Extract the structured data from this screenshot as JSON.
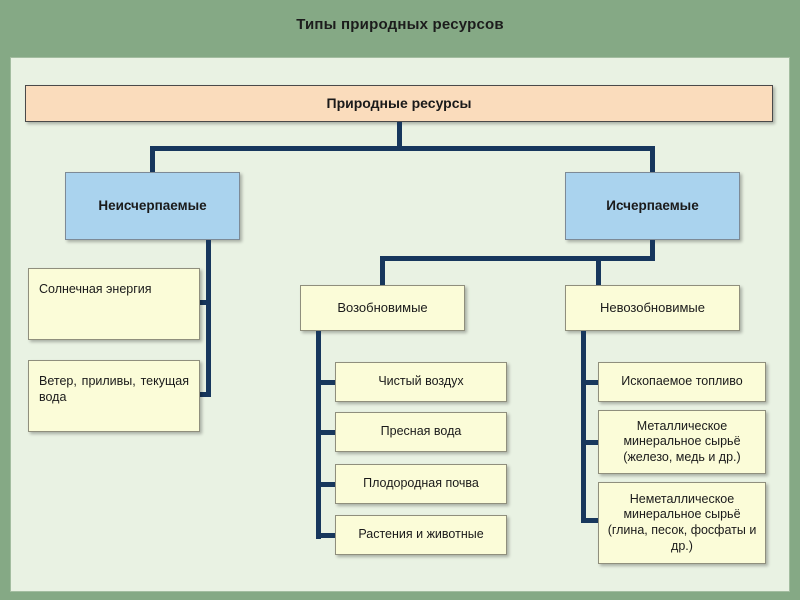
{
  "title": "Типы природных ресурсов",
  "root": {
    "label": "Природные ресурсы"
  },
  "branches": {
    "inexhaustible": {
      "label": "Неисчерпаемые",
      "children": [
        {
          "label": "Солнечная энергия"
        },
        {
          "label": "Ветер, приливы, текущая вода"
        }
      ]
    },
    "exhaustible": {
      "label": "Исчерпаемые",
      "subgroups": {
        "renewable": {
          "label": "Возобновимые",
          "items": [
            "Чистый воздух",
            "Пресная вода",
            "Плодородная почва",
            "Растения и животные"
          ]
        },
        "nonrenewable": {
          "label": "Невозобновимые",
          "items": [
            "Ископаемое топливо",
            "Металлическое минеральное сырьё (железо, медь и др.)",
            "Неметаллическое минеральное сырьё (глина, песок, фосфаты и др.)"
          ]
        }
      }
    }
  },
  "colors": {
    "page_background": "#85a985",
    "panel_background": "#e9f2e3",
    "root_fill": "#fadcbc",
    "branch_fill": "#aad3ee",
    "leaf_fill": "#fbfcd8",
    "connector": "#17375d"
  }
}
